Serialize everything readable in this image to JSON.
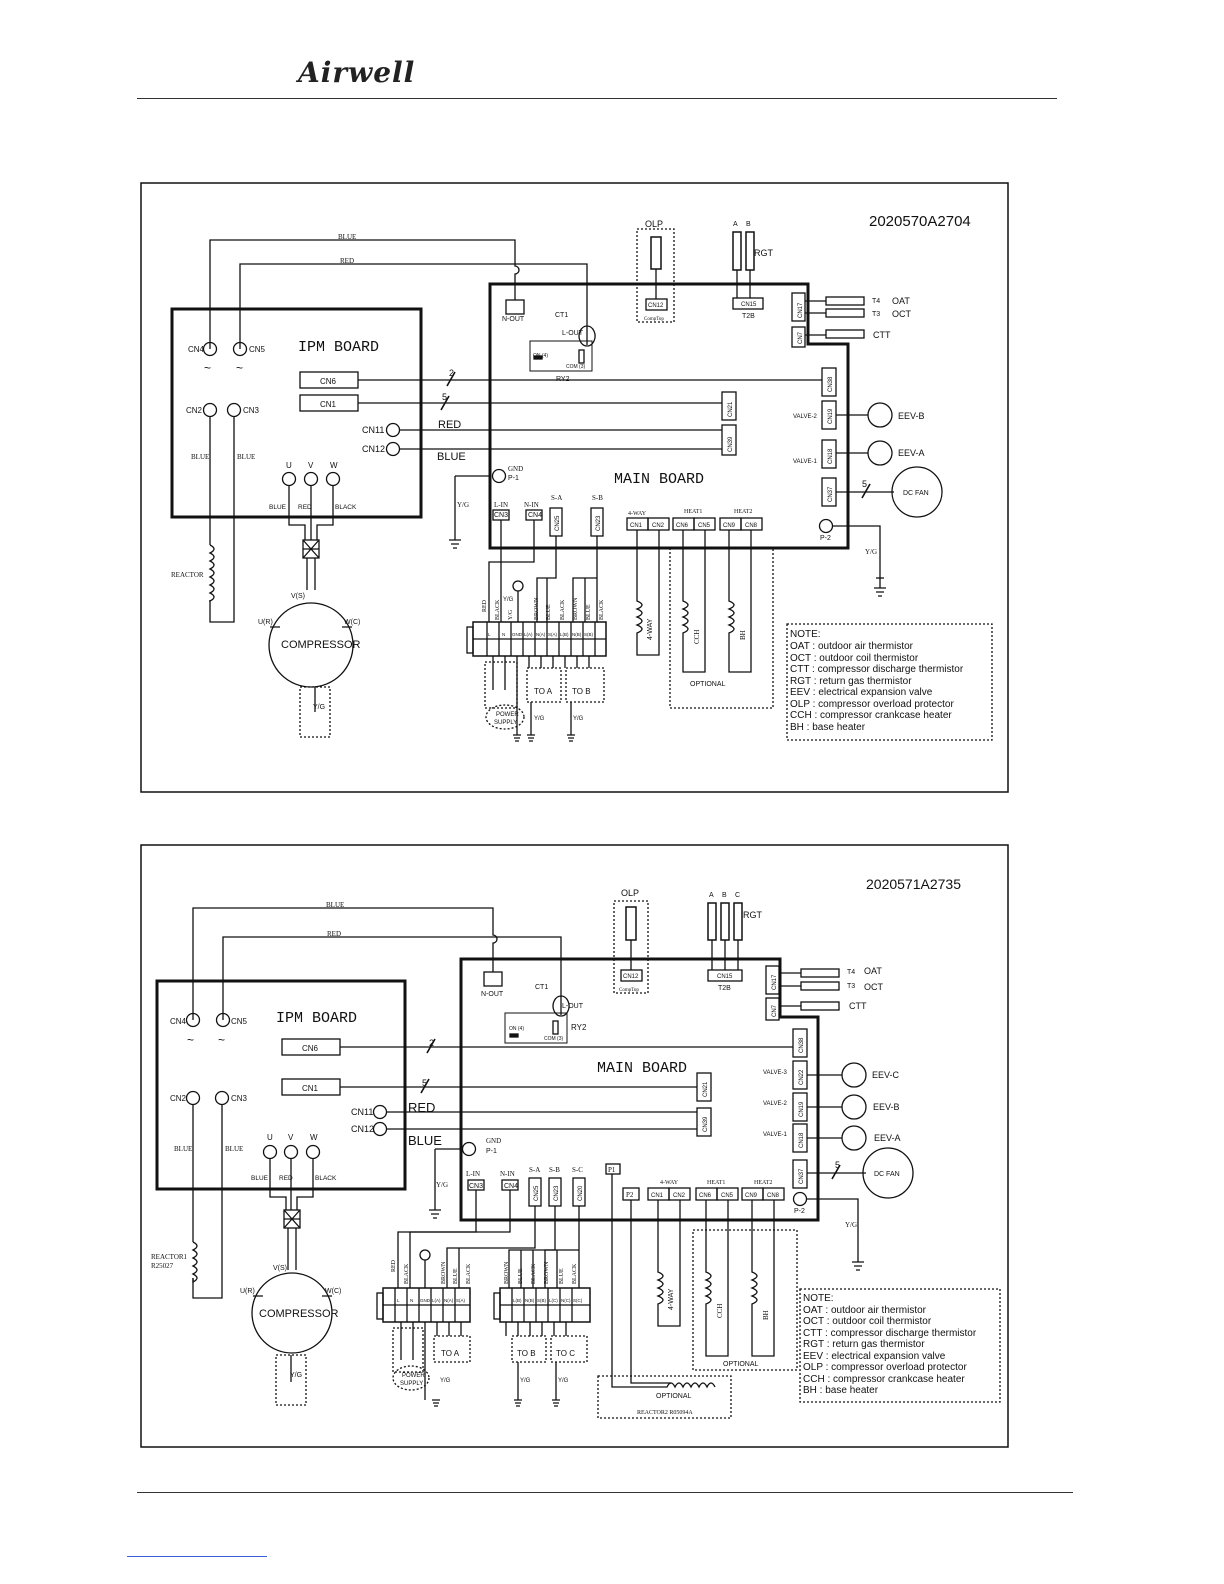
{
  "header": {
    "logo_text": "Airwell"
  },
  "diagram1": {
    "model": "2020570A2704",
    "ipm": {
      "title": "IPM BOARD",
      "cn4": "CN4",
      "cn5": "CN5",
      "cn6": "CN6",
      "cn1": "CN1",
      "cn2": "CN2",
      "cn3": "CN3",
      "cn11": "CN11",
      "cn12": "CN12",
      "u": "U",
      "v": "V",
      "w": "W"
    },
    "main": {
      "title": "MAIN BOARD",
      "n_out": "N-OUT",
      "ct1": "CT1",
      "l_out": "L-OUT",
      "on4": "ON (4)",
      "com3": "COM (3)",
      "ry2": "RY2",
      "cn12": "CN12",
      "comptop": "CompTop",
      "cn15": "CN15",
      "t2b": "T2B",
      "cn17": "CN17",
      "cn7": "CN7",
      "cn38": "CN38",
      "cn21": "CN21",
      "cn19": "CN19",
      "cn39": "CN39",
      "cn18": "CN18",
      "cn37": "CN37",
      "valve2": "VALVE-2",
      "valve1": "VALVE-1",
      "gnd": "GND",
      "p1": "P-1",
      "p2": "P-2",
      "lin": "L-IN",
      "nin": "N-IN",
      "cn3": "CN3",
      "cn4": "CN4",
      "sa": "S-A",
      "sb": "S-B",
      "cn25": "CN25",
      "cn23": "CN23",
      "way": "4-WAY",
      "heat1": "HEAT1",
      "heat2": "HEAT2",
      "cn1": "CN1",
      "cn2": "CN2",
      "cn6": "CN6",
      "cn5": "CN5",
      "cn9": "CN9",
      "cn8": "CN8"
    },
    "wires": {
      "blue": "BLUE",
      "red": "RED",
      "black": "BLACK",
      "brown": "BROWN",
      "yg": "Y/G",
      "two": "2",
      "five": "5"
    },
    "outside": {
      "olp": "OLP",
      "a": "A",
      "b": "B",
      "rgt": "RGT",
      "t4": "T4",
      "oat": "OAT",
      "t3": "T3",
      "oct": "OCT",
      "ctt": "CTT",
      "eevb": "EEV-B",
      "eeva": "EEV-A",
      "dcfan": "DC FAN",
      "reactor": "REACTOR",
      "compressor": "COMPRESSOR",
      "vs": "V(S)",
      "ur": "U(R)",
      "wc": "W(C)",
      "four_way": "4-WAY",
      "cch": "CCH",
      "bh": "BH",
      "optional": "OPTIONAL",
      "toa": "TO  A",
      "tob": "TO  B",
      "power": "POWER",
      "supply": "SUPPLY",
      "term1": [
        "L",
        "N",
        "GND",
        "L(A)",
        "N(A)",
        "S(A)",
        "L(B)",
        "N(B)",
        "S(B)"
      ]
    },
    "note": [
      "NOTE:",
      "OAT : outdoor air thermistor",
      "OCT : outdoor coil thermistor",
      "CTT : compressor discharge thermistor",
      "RGT : return gas thermistor",
      "EEV : electrical expansion valve",
      "OLP : compressor overload protector",
      "CCH : compressor crankcase heater",
      "BH   :  base heater"
    ]
  },
  "diagram2": {
    "model": "2020571A2735",
    "ipm": {
      "title": "IPM BOARD",
      "cn4": "CN4",
      "cn5": "CN5",
      "cn6": "CN6",
      "cn1": "CN1",
      "cn2": "CN2",
      "cn3": "CN3",
      "cn11": "CN11",
      "cn12": "CN12",
      "u": "U",
      "v": "V",
      "w": "W"
    },
    "main": {
      "title": "MAIN BOARD",
      "n_out": "N-OUT",
      "ct1": "CT1",
      "l_out": "L-OUT",
      "on4": "ON (4)",
      "com3": "COM (3)",
      "ry2": "RY2",
      "cn12": "CN12",
      "comptop": "CompTop",
      "cn15": "CN15",
      "t2b": "T2B",
      "cn17": "CN17",
      "cn7": "CN7",
      "cn38": "CN38",
      "cn21": "CN21",
      "cn22": "CN22",
      "cn19": "CN19",
      "cn39": "CN39",
      "cn18": "CN18",
      "cn37": "CN37",
      "valve3": "VALVE-3",
      "valve2": "VALVE-2",
      "valve1": "VALVE-1",
      "gnd": "GND",
      "p1": "P-1",
      "p2": "P-2",
      "lin": "L-IN",
      "nin": "N-IN",
      "cn3": "CN3",
      "cn4": "CN4",
      "sa": "S-A",
      "sb": "S-B",
      "sc": "S-C",
      "cn25": "CN25",
      "cn23": "CN23",
      "cn20": "CN20",
      "p1box": "P1",
      "p2box": "P2",
      "way": "4-WAY",
      "heat1": "HEAT1",
      "heat2": "HEAT2",
      "cn1": "CN1",
      "cn2": "CN2",
      "cn6": "CN6",
      "cn5": "CN5",
      "cn9": "CN9",
      "cn8": "CN8"
    },
    "wires": {
      "blue": "BLUE",
      "red": "RED",
      "black": "BLACK",
      "brown": "BROWN",
      "yg": "Y/G",
      "two": "2",
      "five": "5"
    },
    "outside": {
      "olp": "OLP",
      "a": "A",
      "b": "B",
      "c": "C",
      "rgt": "RGT",
      "t4": "T4",
      "oat": "OAT",
      "t3": "T3",
      "oct": "OCT",
      "ctt": "CTT",
      "eevc": "EEV-C",
      "eevb": "EEV-B",
      "eeva": "EEV-A",
      "dcfan": "DC FAN",
      "reactor1": "REACTOR1",
      "reactor1_code": "R25027",
      "reactor2": "REACTOR2  R05094A",
      "compressor": "COMPRESSOR",
      "vs": "V(S)",
      "ur": "U(R)",
      "wc": "W(C)",
      "four_way": "4-WAY",
      "cch": "CCH",
      "bh": "BH",
      "optional": "OPTIONAL",
      "toa": "TO  A",
      "tob": "TO  B",
      "toc": "TO  C",
      "power": "POWER",
      "supply": "SUPPLY",
      "term1": [
        "L",
        "N",
        "GND",
        "L(A)",
        "N(A)",
        "S(A)"
      ],
      "term2": [
        "L(B)",
        "N(B)",
        "S(B)",
        "L(C)",
        "N(C)",
        "S(C)"
      ]
    },
    "note": [
      "NOTE:",
      "OAT : outdoor air thermistor",
      "OCT : outdoor coil thermistor",
      "CTT : compressor discharge thermistor",
      "RGT : return gas thermistor",
      "EEV : electrical expansion valve",
      "OLP : compressor overload protector",
      "CCH : compressor crankcase heater",
      "BH   :  base heater"
    ]
  }
}
